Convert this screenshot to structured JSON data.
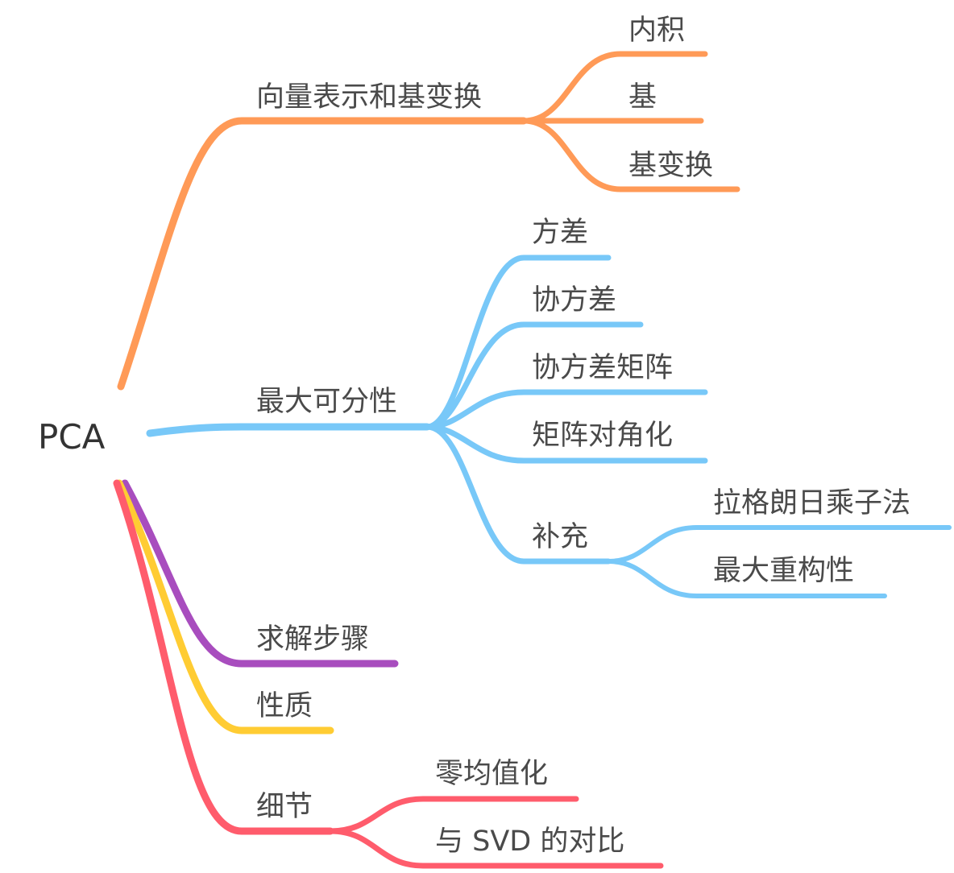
{
  "root": {
    "label": "PCA"
  },
  "colors": {
    "orange": "#FF9A57",
    "blue": "#78C8F8",
    "purple": "#A84DBE",
    "yellow": "#FFCC33",
    "red": "#FF5C6C"
  },
  "branches": [
    {
      "label": "向量表示和基变换",
      "color": "orange",
      "children": [
        {
          "label": "内积"
        },
        {
          "label": "基"
        },
        {
          "label": "基变换"
        }
      ]
    },
    {
      "label": "最大可分性",
      "color": "blue",
      "children": [
        {
          "label": "方差"
        },
        {
          "label": "协方差"
        },
        {
          "label": "协方差矩阵"
        },
        {
          "label": "矩阵对角化"
        },
        {
          "label": "补充",
          "children": [
            {
              "label": "拉格朗日乘子法"
            },
            {
              "label": "最大重构性"
            }
          ]
        }
      ]
    },
    {
      "label": "求解步骤",
      "color": "purple",
      "children": []
    },
    {
      "label": "性质",
      "color": "yellow",
      "children": []
    },
    {
      "label": "细节",
      "color": "red",
      "children": [
        {
          "label": "零均值化"
        },
        {
          "label": "与 SVD 的对比"
        }
      ]
    }
  ]
}
